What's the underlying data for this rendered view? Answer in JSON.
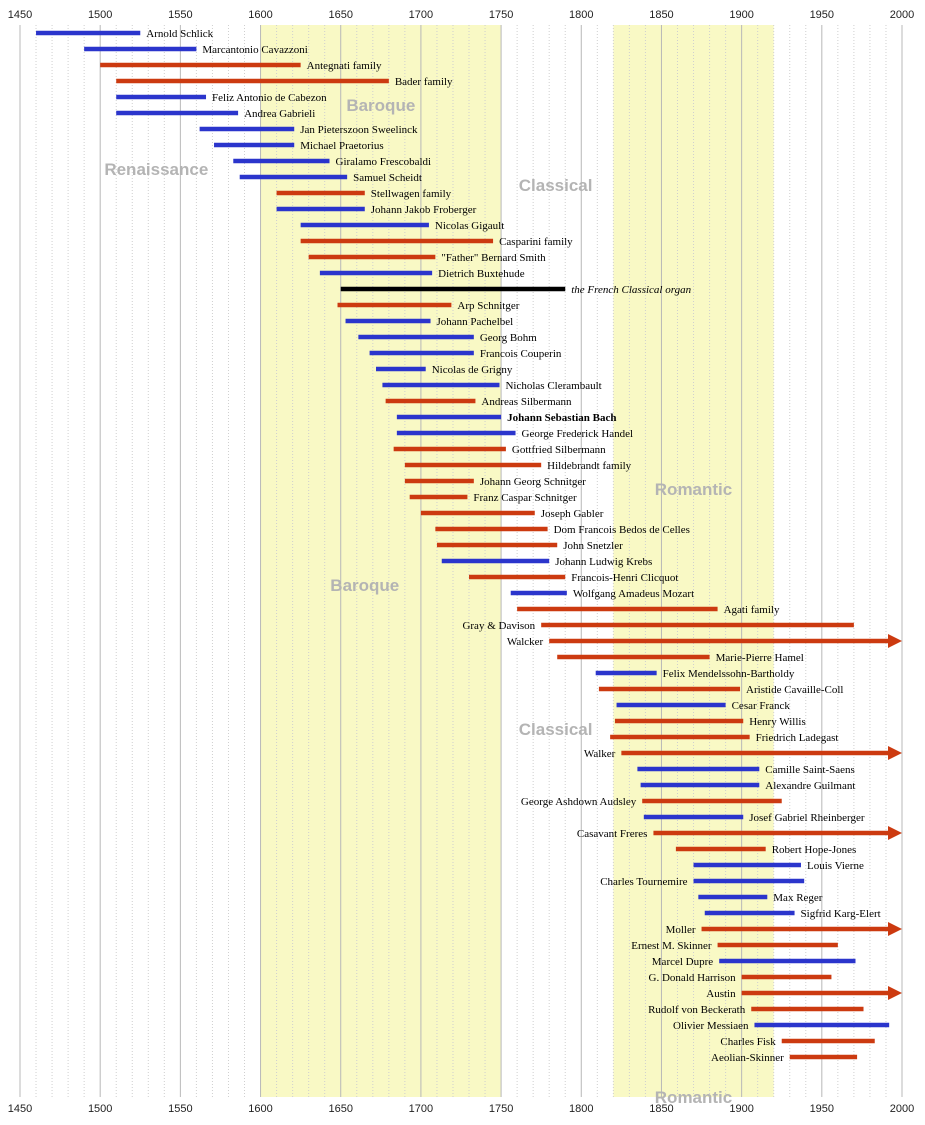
{
  "chart_data": {
    "type": "timeline",
    "x_ticks": [
      1450,
      1500,
      1550,
      1600,
      1650,
      1700,
      1750,
      1800,
      1850,
      1900,
      1950,
      2000
    ],
    "xlim": [
      1450,
      2000
    ],
    "grid": true,
    "shaded_periods": [
      {
        "start": 1600,
        "end": 1750
      },
      {
        "start": 1820,
        "end": 1920
      }
    ],
    "era_labels": [
      {
        "text": "Baroque",
        "year": 1675,
        "row": 4.5
      },
      {
        "text": "Renaissance",
        "year": 1535,
        "row": 8.5
      },
      {
        "text": "Classical",
        "year": 1784,
        "row": 9.5
      },
      {
        "text": "Romantic",
        "year": 1870,
        "row": 28.5
      },
      {
        "text": "Baroque",
        "year": 1665,
        "row": 34.5
      },
      {
        "text": "Classical",
        "year": 1784,
        "row": 43.5
      },
      {
        "text": "Romantic",
        "year": 1870,
        "row": 66.5
      }
    ],
    "colors": {
      "composer": "#2b35cc",
      "builder": "#cc3a10",
      "style": "#000000",
      "highlight": "#f9f9c5",
      "grid": "#c8c8c8"
    },
    "entries": [
      {
        "name": "Arnold Schlick",
        "start": 1460,
        "end": 1525,
        "kind": "composer",
        "label_side": "right"
      },
      {
        "name": "Marcantonio Cavazzoni",
        "start": 1490,
        "end": 1560,
        "kind": "composer",
        "label_side": "right"
      },
      {
        "name": "Antegnati family",
        "start": 1500,
        "end": 1625,
        "kind": "builder",
        "label_side": "right"
      },
      {
        "name": "Bader family",
        "start": 1510,
        "end": 1680,
        "kind": "builder",
        "label_side": "right"
      },
      {
        "name": "Feliz Antonio de Cabezon",
        "start": 1510,
        "end": 1566,
        "kind": "composer",
        "label_side": "right"
      },
      {
        "name": "Andrea Gabrieli",
        "start": 1510,
        "end": 1586,
        "kind": "composer",
        "label_side": "right"
      },
      {
        "name": "Jan Pieterszoon Sweelinck",
        "start": 1562,
        "end": 1621,
        "kind": "composer",
        "label_side": "right"
      },
      {
        "name": "Michael Praetorius",
        "start": 1571,
        "end": 1621,
        "kind": "composer",
        "label_side": "right"
      },
      {
        "name": "Giralamo Frescobaldi",
        "start": 1583,
        "end": 1643,
        "kind": "composer",
        "label_side": "right"
      },
      {
        "name": "Samuel Scheidt",
        "start": 1587,
        "end": 1654,
        "kind": "composer",
        "label_side": "right"
      },
      {
        "name": "Stellwagen family",
        "start": 1610,
        "end": 1665,
        "kind": "builder",
        "label_side": "right"
      },
      {
        "name": "Johann Jakob Froberger",
        "start": 1610,
        "end": 1665,
        "kind": "composer",
        "label_side": "right"
      },
      {
        "name": "Nicolas Gigault",
        "start": 1625,
        "end": 1705,
        "kind": "composer",
        "label_side": "right"
      },
      {
        "name": "Casparini family",
        "start": 1625,
        "end": 1745,
        "kind": "builder",
        "label_side": "right"
      },
      {
        "name": "\"Father\" Bernard Smith",
        "start": 1630,
        "end": 1709,
        "kind": "builder",
        "label_side": "right"
      },
      {
        "name": "Dietrich Buxtehude",
        "start": 1637,
        "end": 1707,
        "kind": "composer",
        "label_side": "right"
      },
      {
        "name": "the French Classical organ",
        "start": 1650,
        "end": 1790,
        "kind": "style",
        "label_side": "right"
      },
      {
        "name": "Arp Schnitger",
        "start": 1648,
        "end": 1719,
        "kind": "builder",
        "label_side": "right"
      },
      {
        "name": "Johann Pachelbel",
        "start": 1653,
        "end": 1706,
        "kind": "composer",
        "label_side": "right"
      },
      {
        "name": "Georg Bohm",
        "start": 1661,
        "end": 1733,
        "kind": "composer",
        "label_side": "right"
      },
      {
        "name": "Francois Couperin",
        "start": 1668,
        "end": 1733,
        "kind": "composer",
        "label_side": "right"
      },
      {
        "name": "Nicolas de Grigny",
        "start": 1672,
        "end": 1703,
        "kind": "composer",
        "label_side": "right"
      },
      {
        "name": "Nicholas Clerambault",
        "start": 1676,
        "end": 1749,
        "kind": "composer",
        "label_side": "right"
      },
      {
        "name": "Andreas Silbermann",
        "start": 1678,
        "end": 1734,
        "kind": "builder",
        "label_side": "right"
      },
      {
        "name": "Johann Sebastian Bach",
        "start": 1685,
        "end": 1750,
        "kind": "composer",
        "label_side": "right",
        "bold": true
      },
      {
        "name": "George Frederick Handel",
        "start": 1685,
        "end": 1759,
        "kind": "composer",
        "label_side": "right"
      },
      {
        "name": "Gottfried Silbermann",
        "start": 1683,
        "end": 1753,
        "kind": "builder",
        "label_side": "right"
      },
      {
        "name": "Hildebrandt family",
        "start": 1690,
        "end": 1775,
        "kind": "builder",
        "label_side": "right"
      },
      {
        "name": "Johann Georg Schnitger",
        "start": 1690,
        "end": 1733,
        "kind": "builder",
        "label_side": "right"
      },
      {
        "name": "Franz Caspar Schnitger",
        "start": 1693,
        "end": 1729,
        "kind": "builder",
        "label_side": "right"
      },
      {
        "name": "Joseph Gabler",
        "start": 1700,
        "end": 1771,
        "kind": "builder",
        "label_side": "right"
      },
      {
        "name": "Dom Francois Bedos de Celles",
        "start": 1709,
        "end": 1779,
        "kind": "builder",
        "label_side": "right"
      },
      {
        "name": "John Snetzler",
        "start": 1710,
        "end": 1785,
        "kind": "builder",
        "label_side": "right"
      },
      {
        "name": "Johann Ludwig Krebs",
        "start": 1713,
        "end": 1780,
        "kind": "composer",
        "label_side": "right"
      },
      {
        "name": "Francois-Henri Clicquot",
        "start": 1730,
        "end": 1790,
        "kind": "builder",
        "label_side": "right"
      },
      {
        "name": "Wolfgang Amadeus Mozart",
        "start": 1756,
        "end": 1791,
        "kind": "composer",
        "label_side": "right"
      },
      {
        "name": "Agati family",
        "start": 1760,
        "end": 1885,
        "kind": "builder",
        "label_side": "right"
      },
      {
        "name": "Gray & Davison",
        "start": 1775,
        "end": 1970,
        "kind": "builder",
        "label_side": "left"
      },
      {
        "name": "Walcker",
        "start": 1780,
        "end": 2000,
        "kind": "builder",
        "label_side": "left",
        "arrow": true
      },
      {
        "name": "Marie-Pierre Hamel",
        "start": 1785,
        "end": 1880,
        "kind": "builder",
        "label_side": "right"
      },
      {
        "name": "Felix Mendelssohn-Bartholdy",
        "start": 1809,
        "end": 1847,
        "kind": "composer",
        "label_side": "right"
      },
      {
        "name": "Aristide Cavaille-Coll",
        "start": 1811,
        "end": 1899,
        "kind": "builder",
        "label_side": "right"
      },
      {
        "name": "Cesar Franck",
        "start": 1822,
        "end": 1890,
        "kind": "composer",
        "label_side": "right"
      },
      {
        "name": "Henry Willis",
        "start": 1821,
        "end": 1901,
        "kind": "builder",
        "label_side": "right"
      },
      {
        "name": "Friedrich Ladegast",
        "start": 1818,
        "end": 1905,
        "kind": "builder",
        "label_side": "right"
      },
      {
        "name": "Walker",
        "start": 1825,
        "end": 2000,
        "kind": "builder",
        "label_side": "left",
        "arrow": true
      },
      {
        "name": "Camille Saint-Saens",
        "start": 1835,
        "end": 1911,
        "kind": "composer",
        "label_side": "right"
      },
      {
        "name": "Alexandre Guilmant",
        "start": 1837,
        "end": 1911,
        "kind": "composer",
        "label_side": "right"
      },
      {
        "name": "George Ashdown Audsley",
        "start": 1838,
        "end": 1925,
        "kind": "builder",
        "label_side": "left"
      },
      {
        "name": "Josef Gabriel Rheinberger",
        "start": 1839,
        "end": 1901,
        "kind": "composer",
        "label_side": "right"
      },
      {
        "name": "Casavant Freres",
        "start": 1845,
        "end": 2000,
        "kind": "builder",
        "label_side": "left",
        "arrow": true
      },
      {
        "name": "Robert Hope-Jones",
        "start": 1859,
        "end": 1915,
        "kind": "builder",
        "label_side": "right"
      },
      {
        "name": "Louis Vierne",
        "start": 1870,
        "end": 1937,
        "kind": "composer",
        "label_side": "right"
      },
      {
        "name": "Charles Tournemire",
        "start": 1870,
        "end": 1939,
        "kind": "composer",
        "label_side": "left"
      },
      {
        "name": "Max Reger",
        "start": 1873,
        "end": 1916,
        "kind": "composer",
        "label_side": "right"
      },
      {
        "name": "Sigfrid Karg-Elert",
        "start": 1877,
        "end": 1933,
        "kind": "composer",
        "label_side": "right"
      },
      {
        "name": "Moller",
        "start": 1875,
        "end": 2000,
        "kind": "builder",
        "label_side": "left",
        "arrow": true
      },
      {
        "name": "Ernest M. Skinner",
        "start": 1885,
        "end": 1960,
        "kind": "builder",
        "label_side": "left"
      },
      {
        "name": "Marcel Dupre",
        "start": 1886,
        "end": 1971,
        "kind": "composer",
        "label_side": "left"
      },
      {
        "name": "G. Donald Harrison",
        "start": 1900,
        "end": 1956,
        "kind": "builder",
        "label_side": "left"
      },
      {
        "name": "Austin",
        "start": 1900,
        "end": 2000,
        "kind": "builder",
        "label_side": "left",
        "arrow": true
      },
      {
        "name": "Rudolf von Beckerath",
        "start": 1906,
        "end": 1976,
        "kind": "builder",
        "label_side": "left"
      },
      {
        "name": "Olivier Messiaen",
        "start": 1908,
        "end": 1992,
        "kind": "composer",
        "label_side": "left"
      },
      {
        "name": "Charles Fisk",
        "start": 1925,
        "end": 1983,
        "kind": "builder",
        "label_side": "left"
      },
      {
        "name": "Aeolian-Skinner",
        "start": 1930,
        "end": 1972,
        "kind": "builder",
        "label_side": "left"
      }
    ]
  }
}
